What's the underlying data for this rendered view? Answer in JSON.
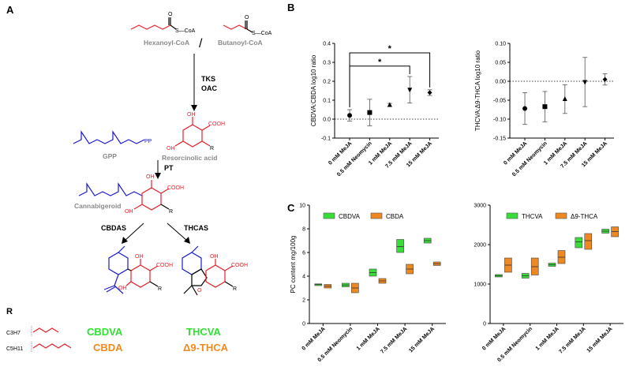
{
  "panels": {
    "a": "A",
    "b": "B",
    "c": "C"
  },
  "scheme": {
    "hexanoyl_coa": "Hexanoyl-CoA",
    "butanoyl_coa": "Butanoyl-CoA",
    "slash": "/",
    "coa_label": "S—CoA",
    "carbonyl_o": "O",
    "tks": "TKS",
    "oac": "OAC",
    "pt": "PT",
    "gpp": "GPP",
    "pp": "PP",
    "resorcinolic_acid": "Resorcinolic acid",
    "cannabigeroid": "Cannabigeroid",
    "cbdas": "CBDAS",
    "thcas": "THCAS",
    "oh": "OH",
    "cooh": "COOH",
    "r": "R",
    "o": "O",
    "r_header": "R",
    "c3h7": "C3H7",
    "c5h11": "C5H11",
    "cbdva": "CBDVA",
    "thcva": "THCVA",
    "cbda": "CBDA",
    "d9thca": "Δ9-THCA"
  },
  "colors": {
    "red": "#e8202a",
    "blue": "#1a1ad0",
    "gray": "#8a8a8a",
    "green": "#3adc3a",
    "green_name": "#2ee22e",
    "orange": "#ee8822",
    "orange_name": "#f08a1c"
  },
  "chart_data": [
    {
      "id": "b-left",
      "type": "scatter",
      "ylabel": "CBDVA:CBDA log10 ratio",
      "categories": [
        "0 mM MeJA",
        "0.5 mM Neomycin",
        "1 mM MeJA",
        "7.5 mM MeJA",
        "15 mM MeJA"
      ],
      "means": [
        0.02,
        0.035,
        0.075,
        0.155,
        0.14
      ],
      "errors": [
        0.03,
        0.07,
        0.008,
        0.07,
        0.015
      ],
      "markers": [
        "circle",
        "square",
        "triangle",
        "triangle-down",
        "diamond"
      ],
      "ylim": [
        -0.1,
        0.4
      ],
      "yticks": [
        -0.1,
        0.0,
        0.1,
        0.2,
        0.3,
        0.4
      ],
      "ytick_labels": [
        "-0.1",
        "0.0",
        "0.1",
        "0.2",
        "0.3",
        "0.4"
      ],
      "reference_line": 0.0,
      "significance": [
        {
          "from": 0,
          "to": 4,
          "label": "*"
        },
        {
          "from": 0,
          "to": 3,
          "label": "*"
        }
      ]
    },
    {
      "id": "b-right",
      "type": "scatter",
      "ylabel": "THCVA:Δ9-THCA log10 ratio",
      "categories": [
        "0 mM MeJA",
        "0.5 mM Neomycin",
        "1 mM MeJA",
        "7.5 mM MeJA",
        "15 mM MeJA"
      ],
      "means": [
        -0.072,
        -0.067,
        -0.047,
        -0.002,
        0.005
      ],
      "errors": [
        0.042,
        0.04,
        0.038,
        0.065,
        0.015
      ],
      "markers": [
        "circle",
        "square",
        "triangle",
        "triangle-down",
        "diamond"
      ],
      "ylim": [
        -0.15,
        0.1
      ],
      "yticks": [
        -0.15,
        -0.1,
        -0.05,
        0.0,
        0.05,
        0.1
      ],
      "ytick_labels": [
        "-0.15",
        "-0.10",
        "-0.05",
        "0.00",
        "0.05",
        "0.10"
      ],
      "reference_line": 0.0
    },
    {
      "id": "c-left",
      "type": "floating-bar",
      "ylabel": "PC content mg/100g",
      "categories": [
        "0 mM MeJA",
        "0.5 mM Neomycin",
        "1 mM MeJA",
        "7.5 mM MeJA",
        "15 mM MeJA"
      ],
      "series": [
        {
          "name": "CBDVA",
          "min": [
            3.2,
            3.1,
            4.0,
            6.0,
            6.8
          ],
          "mean": [
            3.3,
            3.25,
            4.3,
            6.5,
            7.0
          ],
          "max": [
            3.35,
            3.4,
            4.6,
            7.1,
            7.2
          ]
        },
        {
          "name": "CBDA",
          "min": [
            3.0,
            2.6,
            3.4,
            4.2,
            4.9
          ],
          "mean": [
            3.15,
            3.0,
            3.6,
            4.6,
            5.05
          ],
          "max": [
            3.3,
            3.4,
            3.8,
            5.0,
            5.2
          ]
        }
      ],
      "ylim": [
        0,
        10
      ],
      "yticks": [
        0,
        2,
        4,
        6,
        8,
        10
      ],
      "ytick_labels": [
        "0",
        "2",
        "4",
        "6",
        "8",
        "10"
      ]
    },
    {
      "id": "c-right",
      "type": "floating-bar",
      "ylabel": "PC content mg/100g",
      "categories": [
        "0 mM MeJA",
        "0.5 mM Neomycin",
        "1 mM MeJA",
        "7.5 mM MeJA",
        "15 mM MeJA"
      ],
      "series": [
        {
          "name": "THCVA",
          "min": [
            1180,
            1150,
            1450,
            1920,
            2290
          ],
          "mean": [
            1210,
            1210,
            1490,
            2070,
            2340
          ],
          "max": [
            1240,
            1270,
            1530,
            2180,
            2390
          ]
        },
        {
          "name": "Δ9-THCA",
          "min": [
            1300,
            1230,
            1520,
            1880,
            2200
          ],
          "mean": [
            1480,
            1440,
            1680,
            2100,
            2330
          ],
          "max": [
            1660,
            1660,
            1850,
            2280,
            2450
          ]
        }
      ],
      "ylim": [
        0,
        3000
      ],
      "yticks": [
        0,
        1000,
        2000,
        3000
      ],
      "ytick_labels": [
        "0",
        "1000",
        "2000",
        "3000"
      ]
    }
  ]
}
